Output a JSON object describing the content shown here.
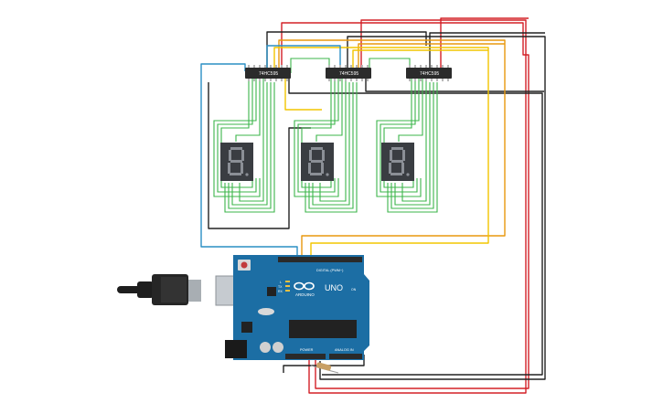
{
  "canvas": {
    "background": "#ffffff"
  },
  "colors": {
    "wire_red": "#d32027",
    "wire_black": "#222222",
    "wire_orange": "#e8980f",
    "wire_yellow": "#f2c500",
    "wire_blue": "#2a8fc4",
    "wire_green": "#3bb54a",
    "board_blue": "#1c6ea4",
    "chip_dark": "#2b2b2b",
    "display_dark": "#3a3d42",
    "segment_grey": "#8b8f96"
  },
  "shift_registers": [
    {
      "id": "sr1",
      "label": "74HC595"
    },
    {
      "id": "sr2",
      "label": "74HC595"
    },
    {
      "id": "sr3",
      "label": "74HC595"
    }
  ],
  "displays": [
    {
      "id": "d1",
      "glyph": "8"
    },
    {
      "id": "d2",
      "glyph": "8"
    },
    {
      "id": "d3",
      "glyph": "8"
    }
  ],
  "arduino": {
    "brand": "ARDUINO",
    "model": "UNO",
    "digital_label": "DIGITAL (PWM~)",
    "power_label": "POWER",
    "analog_label": "ANALOG IN",
    "tx_label": "TX",
    "rx_label": "RX",
    "on_label": "ON",
    "l_label": "L"
  },
  "usb_cable": {
    "icon": "usb-plug-icon"
  }
}
